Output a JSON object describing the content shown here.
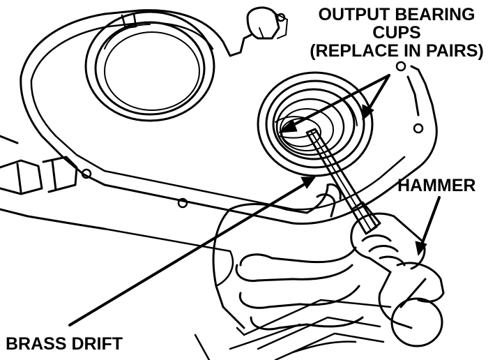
{
  "labels": {
    "output_bearing_cups_line1": "OUTPUT BEARING",
    "output_bearing_cups_line2": "CUPS",
    "output_bearing_cups_line3": "(REPLACE IN PAIRS)",
    "hammer": "HAMMER",
    "brass_drift": "BRASS DRIFT"
  },
  "colors": {
    "ink": "#000000",
    "paper": "#ffffff"
  }
}
